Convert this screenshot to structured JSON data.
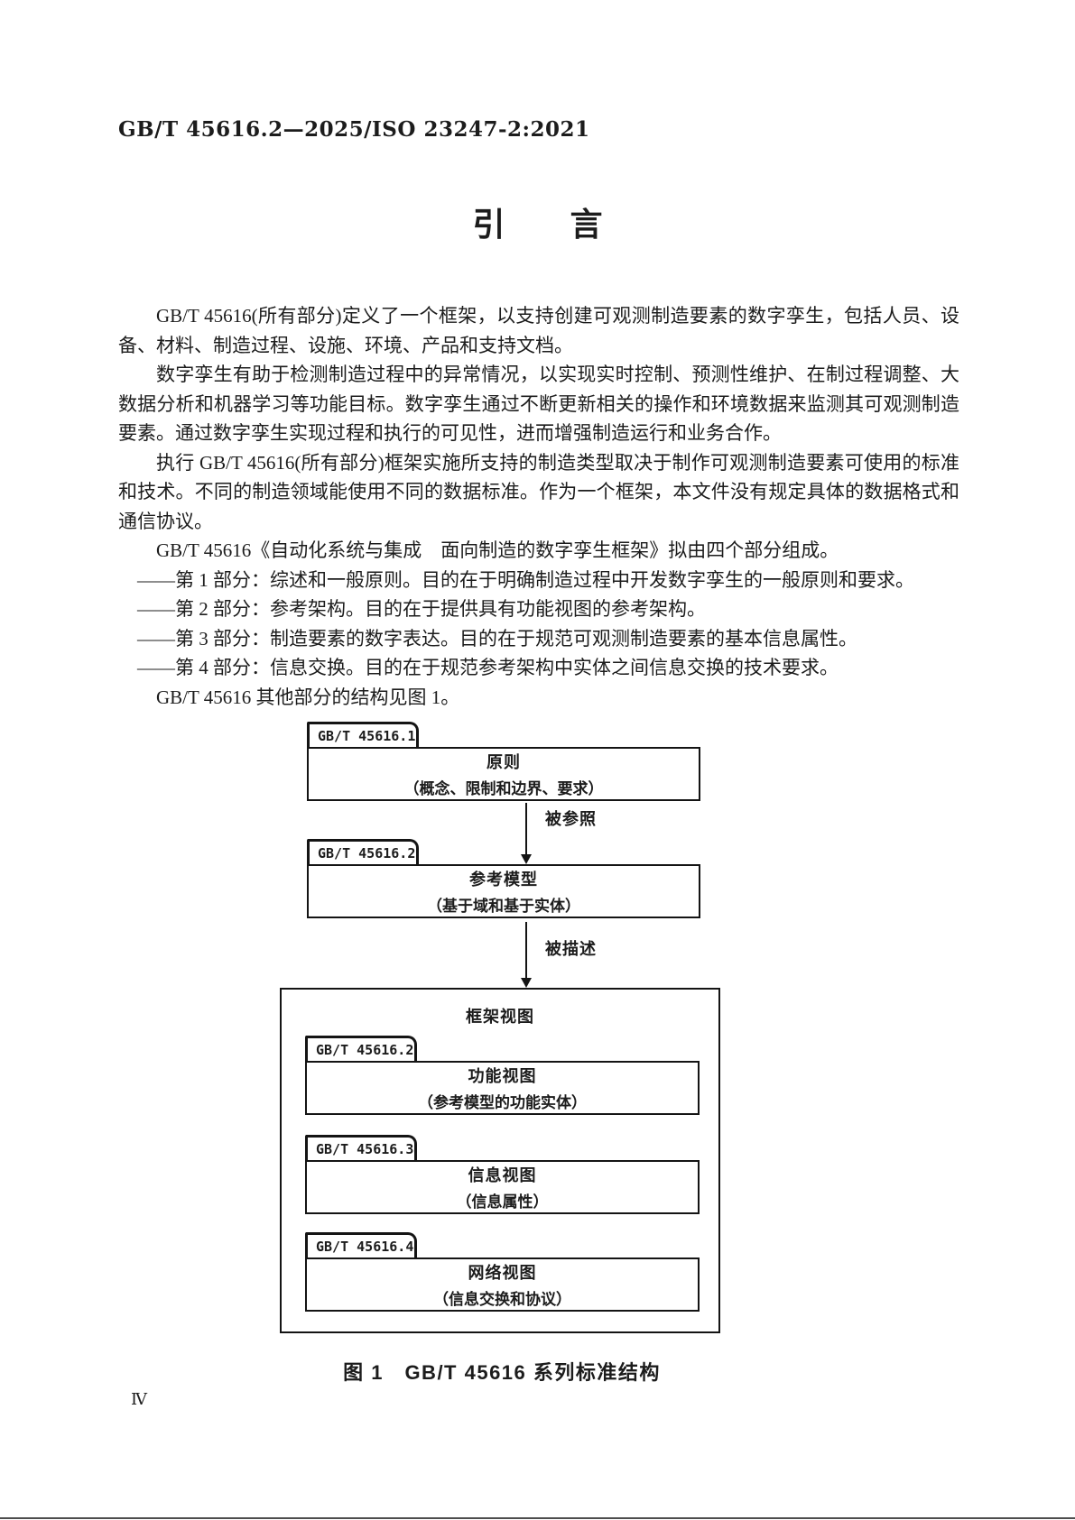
{
  "document": {
    "standard_number": "GB/T 45616.2—2025/ISO 23247-2:2021",
    "title": "引　　言",
    "page_number": "Ⅳ"
  },
  "intro": {
    "paragraphs": [
      "GB/T 45616(所有部分)定义了一个框架，以支持创建可观测制造要素的数字孪生，包括人员、设备、材料、制造过程、设施、环境、产品和支持文档。",
      "数字孪生有助于检测制造过程中的异常情况，以实现实时控制、预测性维护、在制过程调整、大数据分析和机器学习等功能目标。数字孪生通过不断更新相关的操作和环境数据来监测其可观测制造要素。通过数字孪生实现过程和执行的可见性，进而增强制造运行和业务合作。",
      "执行 GB/T 45616(所有部分)框架实施所支持的制造类型取决于制作可观测制造要素可使用的标准和技术。不同的制造领域能使用不同的数据标准。作为一个框架，本文件没有规定具体的数据格式和通信协议。",
      "GB/T 45616《自动化系统与集成　面向制造的数字孪生框架》拟由四个部分组成。",
      "——第 1 部分：综述和一般原则。目的在于明确制造过程中开发数字孪生的一般原则和要求。",
      "——第 2 部分：参考架构。目的在于提供具有功能视图的参考架构。",
      "——第 3 部分：制造要素的数字表达。目的在于规范可观测制造要素的基本信息属性。",
      "——第 4 部分：信息交换。目的在于规范参考架构中实体之间信息交换的技术要求。",
      "GB/T 45616 其他部分的结构见图 1。"
    ]
  },
  "figure": {
    "packages": [
      {
        "id": "GB/T 45616.1",
        "title": "原则",
        "subtitle": "（概念、限制和边界、要求）"
      },
      {
        "id": "GB/T 45616.2",
        "title": "参考模型",
        "subtitle": "（基于域和基于实体）"
      }
    ],
    "relations": [
      {
        "label": "被参照"
      },
      {
        "label": "被描述"
      }
    ],
    "frame": {
      "title": "框架视图",
      "packages": [
        {
          "id": "GB/T 45616.2",
          "title": "功能视图",
          "subtitle": "（参考模型的功能实体）"
        },
        {
          "id": "GB/T 45616.3",
          "title": "信息视图",
          "subtitle": "（信息属性）"
        },
        {
          "id": "GB/T 45616.4",
          "title": "网络视图",
          "subtitle": "（信息交换和协议）"
        }
      ]
    },
    "caption": "图 1　GB/T 45616 系列标准结构"
  }
}
